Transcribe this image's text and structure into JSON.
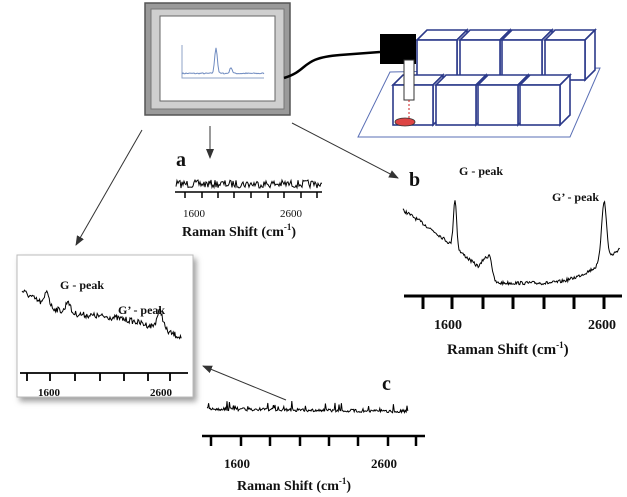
{
  "monitor": {
    "frame_color": "#8a8a8a"
  },
  "panels": {
    "a": {
      "letter": "a",
      "tick_labels": [
        "1600",
        "2600"
      ],
      "axis_title": "Raman Shift (cm",
      "axis_sup": "-1",
      "axis_close": ")"
    },
    "b": {
      "letter": "b",
      "tick_labels": [
        "1600",
        "2600"
      ],
      "axis_title": "Raman Shift (cm",
      "axis_sup": "-1",
      "axis_close": ")",
      "peak1": "G - peak",
      "peak2": "G’ - peak"
    },
    "c": {
      "letter": "c",
      "tick_labels": [
        "1600",
        "2600"
      ],
      "axis_title": "Raman Shift (cm",
      "axis_sup": "-1",
      "axis_close": ")"
    },
    "inset": {
      "tick_labels": [
        "1600",
        "2600"
      ],
      "peak1": "G - peak",
      "peak2": "G’ - peak"
    }
  },
  "colors": {
    "stage_line": "#5a6fb5",
    "cube_stroke": "#2c3a8a",
    "laser": "#cc2222"
  }
}
